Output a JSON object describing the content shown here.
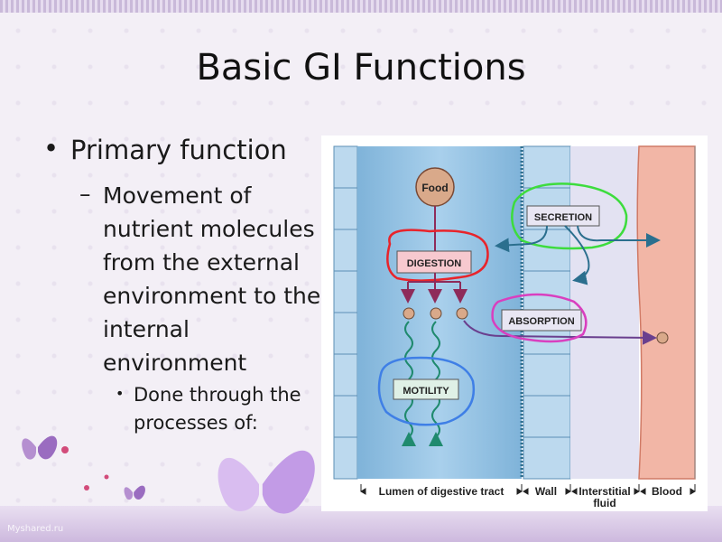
{
  "slide": {
    "title": "Basic GI Functions",
    "bullet_1": "Primary function",
    "bullet_2": "Movement of nutrient molecules from the external environment to the internal environment",
    "bullet_2_lines": [
      "Movement of",
      "nutrient molecules",
      "from the external",
      "environment to the",
      "internal",
      "environment"
    ],
    "bullet_3_lines": [
      "Done through the",
      "processes of:"
    ],
    "footer": "Myshared.ru"
  },
  "diagram": {
    "nodes": {
      "food": "Food",
      "secretion": "SECRETION",
      "digestion": "DIGESTION",
      "absorption": "ABSORPTION",
      "motility": "MOTILITY"
    },
    "regions": {
      "lumen": "Lumen of digestive tract",
      "wall": "Wall",
      "interstitial_1": "Interstitial",
      "interstitial_2": "fluid",
      "blood": "Blood"
    },
    "colors": {
      "lumen": "#9dc7e6",
      "wall": "#bcd9ee",
      "interstitial": "#e3e2f2",
      "blood": "#f2b6a6",
      "secretion_circle": "#3ddc3d",
      "digestion_circle": "#e8242b",
      "absorption_circle": "#d93fbf",
      "motility_circle": "#3f7fe6"
    }
  }
}
